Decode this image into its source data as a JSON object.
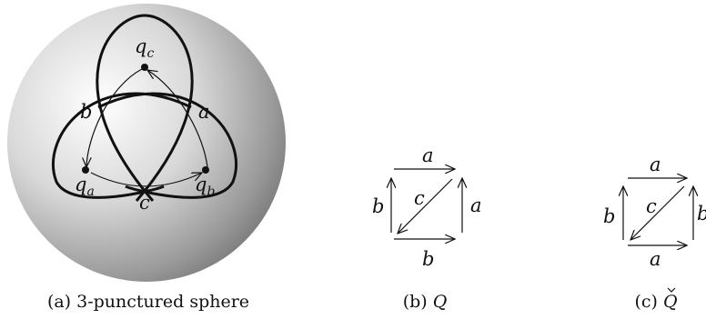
{
  "panel_a": {
    "label_q": "q",
    "sub_c": "c",
    "sub_a": "a",
    "sub_b": "b",
    "edge_a": "a",
    "edge_b": "b",
    "edge_c": "c",
    "caption": "(a) 3-punctured sphere"
  },
  "panel_b": {
    "top": "a",
    "left": "b",
    "diag": "c",
    "right": "a",
    "bottom": "b",
    "caption_prefix": "(b)",
    "caption_symbol": "Q"
  },
  "panel_c": {
    "top": "a",
    "left": "b",
    "diag": "c",
    "right": "b",
    "bottom": "a",
    "caption_prefix": "(c)",
    "caption_symbol": "Q"
  },
  "colors": {
    "sphere_light": "#ffffff",
    "sphere_dark": "#6e6e6e",
    "ink": "#111111"
  }
}
